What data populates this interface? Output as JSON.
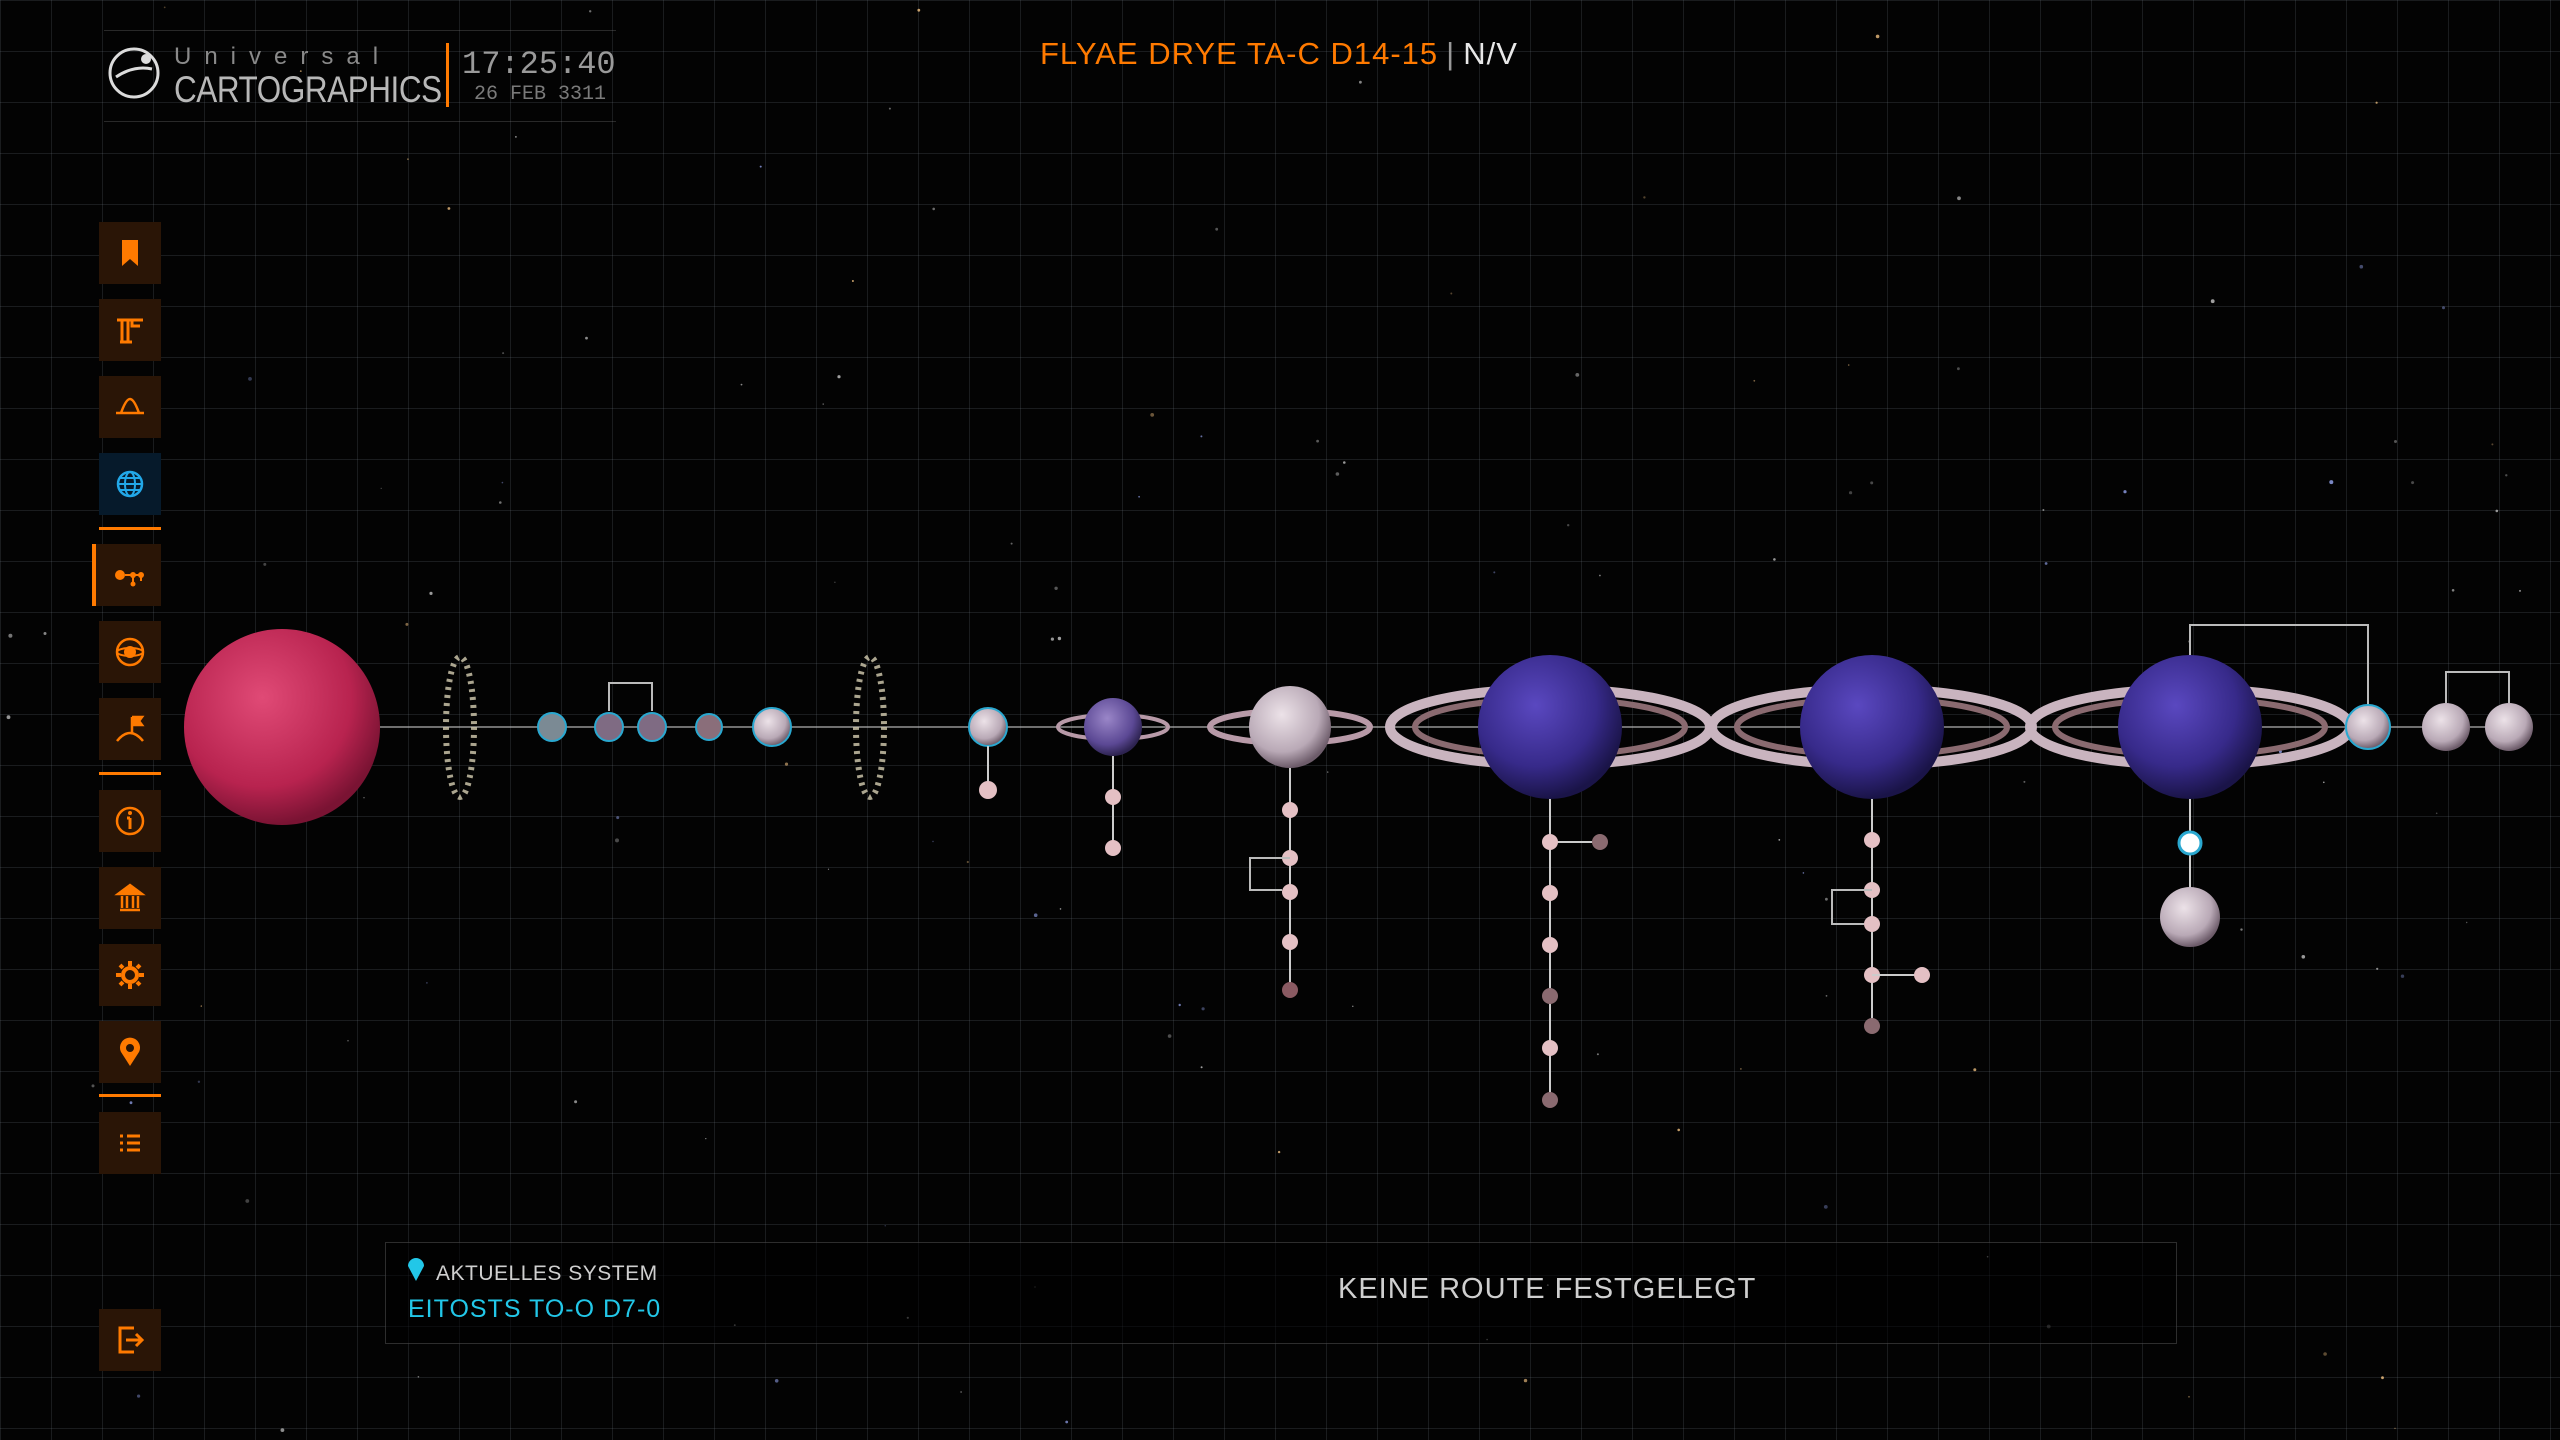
{
  "header": {
    "brand_top": "Universal",
    "brand_bottom": "CARTOGRAPHICS",
    "time": "17:25:40",
    "date": "26 FEB 3311"
  },
  "system": {
    "name": "FLYAE DRYE TA-C D14-15",
    "separator": "|",
    "state": "N/V"
  },
  "sidebar": {
    "items": [
      {
        "name": "bookmark-icon",
        "type": "bookmark"
      },
      {
        "name": "galaxy-map-icon",
        "type": "pillar"
      },
      {
        "name": "hat-icon",
        "type": "hat",
        "badge": "0"
      },
      {
        "name": "globe-icon",
        "type": "globe",
        "badge": "0"
      },
      {
        "name": "system-map-icon",
        "type": "orrery"
      },
      {
        "name": "planet-icon",
        "type": "planet"
      },
      {
        "name": "station-flag-icon",
        "type": "flag"
      },
      {
        "name": "info-icon",
        "type": "info"
      },
      {
        "name": "government-icon",
        "type": "government"
      },
      {
        "name": "settings-icon",
        "type": "gear"
      },
      {
        "name": "location-pin-icon",
        "type": "pin"
      },
      {
        "name": "list-icon",
        "type": "list"
      }
    ]
  },
  "route": {
    "current_label": "AKTUELLES SYSTEM",
    "current_value": "EITOSTS TO-O D7-0",
    "status": "KEINE ROUTE FESTGELEGT"
  },
  "colors": {
    "accent": "#ff7a00",
    "cyan": "#22c7e8",
    "star": "#c2305a",
    "gas_giant": "#3f2f96"
  }
}
